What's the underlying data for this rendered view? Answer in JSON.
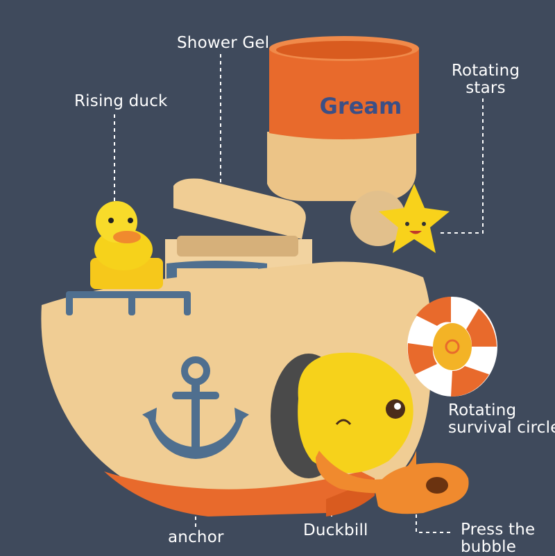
{
  "product": {
    "brand_text": "Gream"
  },
  "callouts": {
    "shower_gel": "Shower Gel",
    "rising_duck": "Rising duck",
    "rotating_stars_line1": "Rotating",
    "rotating_stars_line2": "stars",
    "rotating_circle_line1": "Rotating",
    "rotating_circle_line2": "survival circle",
    "anchor": "anchor",
    "duckbill": "Duckbill",
    "press_bubble_line1": "Press the",
    "press_bubble_line2": "bubble"
  },
  "colors": {
    "background": "#3f4a5c",
    "hull": "#f0cd94",
    "funnel_orange": "#e86a2c",
    "brand_text": "#3b4f86",
    "anchor_blue": "#4f6f8f",
    "duck_yellow": "#f6d21b",
    "bill_orange": "#f08a2e"
  }
}
